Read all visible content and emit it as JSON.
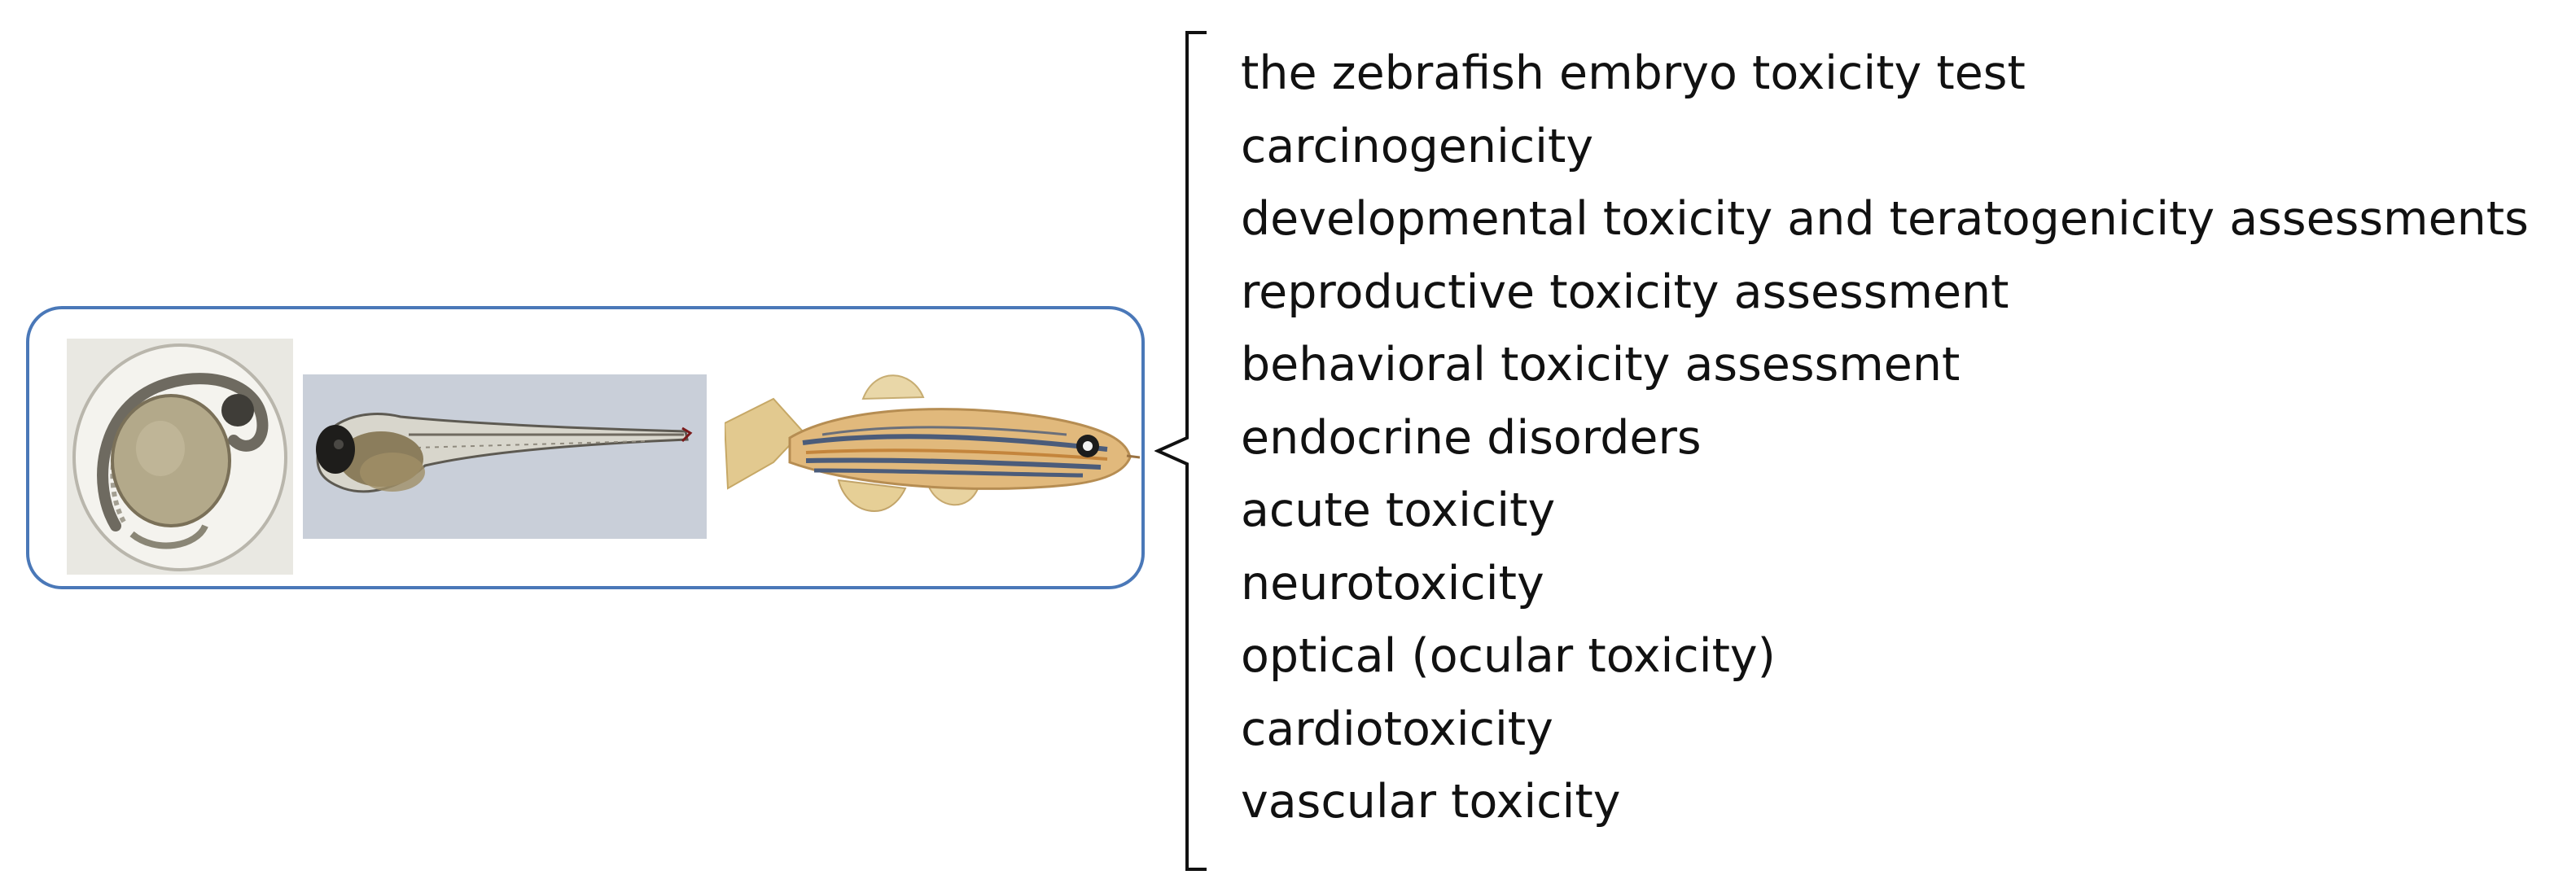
{
  "panel": {
    "border_color": "#4a78b8",
    "images": [
      {
        "name": "embryo",
        "icon": "zebrafish-embryo-icon"
      },
      {
        "name": "larva",
        "icon": "zebrafish-larva-icon"
      },
      {
        "name": "adult",
        "icon": "adult-zebrafish-icon"
      }
    ]
  },
  "items": [
    "the zebrafish embryo toxicity test",
    "carcinogenicity",
    "developmental toxicity and teratogenicity assessments",
    "reproductive toxicity assessment",
    "behavioral toxicity assessment",
    "endocrine disorders",
    "acute toxicity",
    "neurotoxicity",
    "optical (ocular toxicity)",
    "cardiotoxicity",
    "vascular toxicity"
  ]
}
